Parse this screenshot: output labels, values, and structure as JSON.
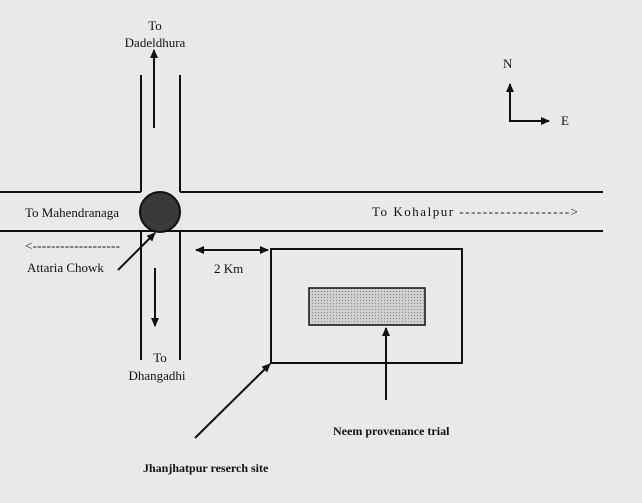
{
  "labels": {
    "north_to": "To",
    "north_destination": "Dadeldhura",
    "west": "To Mahendranaga",
    "west_arrow": "<-------------------",
    "junction": "Attaria Chowk",
    "east": "To Kohalpur ------------------->",
    "distance": "2 Km",
    "south_to": "To",
    "south_destination": "Dhangadhi",
    "trial": "Neem provenance trial",
    "site": "Jhanjhatpur reserch site"
  },
  "compass": {
    "north": "N",
    "east": "E"
  },
  "colors": {
    "paper": "#e9e9e9",
    "ink": "#111111",
    "junction_fill": "#3a3a3a",
    "trial_fill": "#bdbdbd"
  }
}
